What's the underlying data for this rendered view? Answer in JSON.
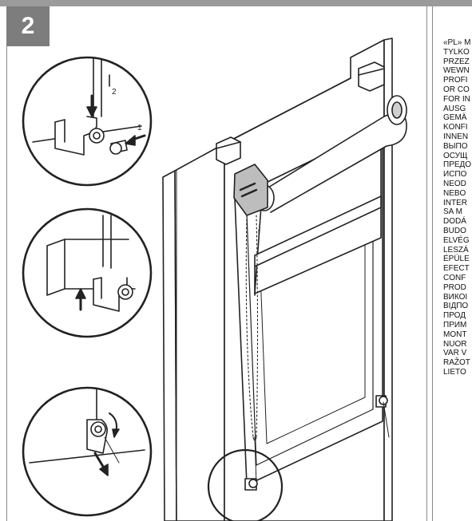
{
  "step": {
    "number": "2"
  },
  "colors": {
    "badge": "#7d7d7d",
    "line": "#222222",
    "header_bar": "#9b9b9b"
  },
  "side_text": {
    "lines": [
      "«PL» M",
      "TYLKO",
      "PRZEZ",
      "WEWN",
      "PROFI",
      "OR CO",
      "FOR IN",
      "AUSG",
      "GEMÄ",
      "KONFI",
      "INNEN",
      "ВЫПО",
      "ОСУЩ",
      "ПРЕДО",
      "ИСПО",
      "NEOD",
      "NEBO",
      "INTER",
      "SA M",
      "DODÁ",
      "BUDO",
      "ELVÉG",
      "LESZÁ",
      "ÉPÜLE",
      "EFECT",
      "CONF",
      "PROD",
      "ВИКОІ",
      "ВІДПО",
      "ПРОД",
      "ПРИМ",
      "MONT",
      "NUOR",
      "VAR V",
      "RAŽOT",
      "LIETO"
    ]
  },
  "icons": {
    "detail_1": "bracket-screw-insert-icon",
    "detail_2": "bracket-slide-up-icon",
    "detail_3": "chain-tensioner-clip-icon"
  }
}
